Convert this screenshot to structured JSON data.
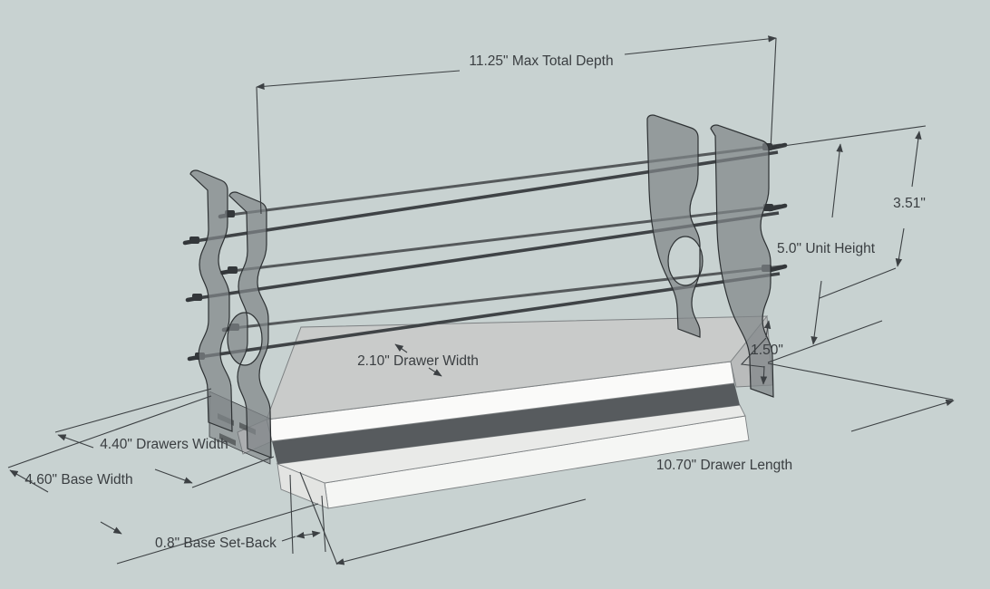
{
  "figure": {
    "annotations": {
      "max_total_depth": "11.25\" Max Total Depth",
      "upper_height": "3.51\"",
      "unit_height": "5.0\" Unit Height",
      "drawer_front_height": "1.50\"",
      "drawer_width": "2.10\" Drawer Width",
      "drawers_width": "4.40\" Drawers Width",
      "base_width": "4.60\" Base Width",
      "drawer_length": "10.70\" Drawer Length",
      "base_setback": "0.8\" Base Set-Back"
    },
    "colors": {
      "background": "#c8d2d1",
      "panel_gray": "#808588",
      "panel_edge": "#2d3133",
      "rod": "#45484a",
      "shelf_top": "#c9cbca",
      "white_face": "#fafaf9",
      "recess_shadow": "#575b5e",
      "base_face": "#f5f6f4",
      "dimension": "#3c4043"
    }
  }
}
